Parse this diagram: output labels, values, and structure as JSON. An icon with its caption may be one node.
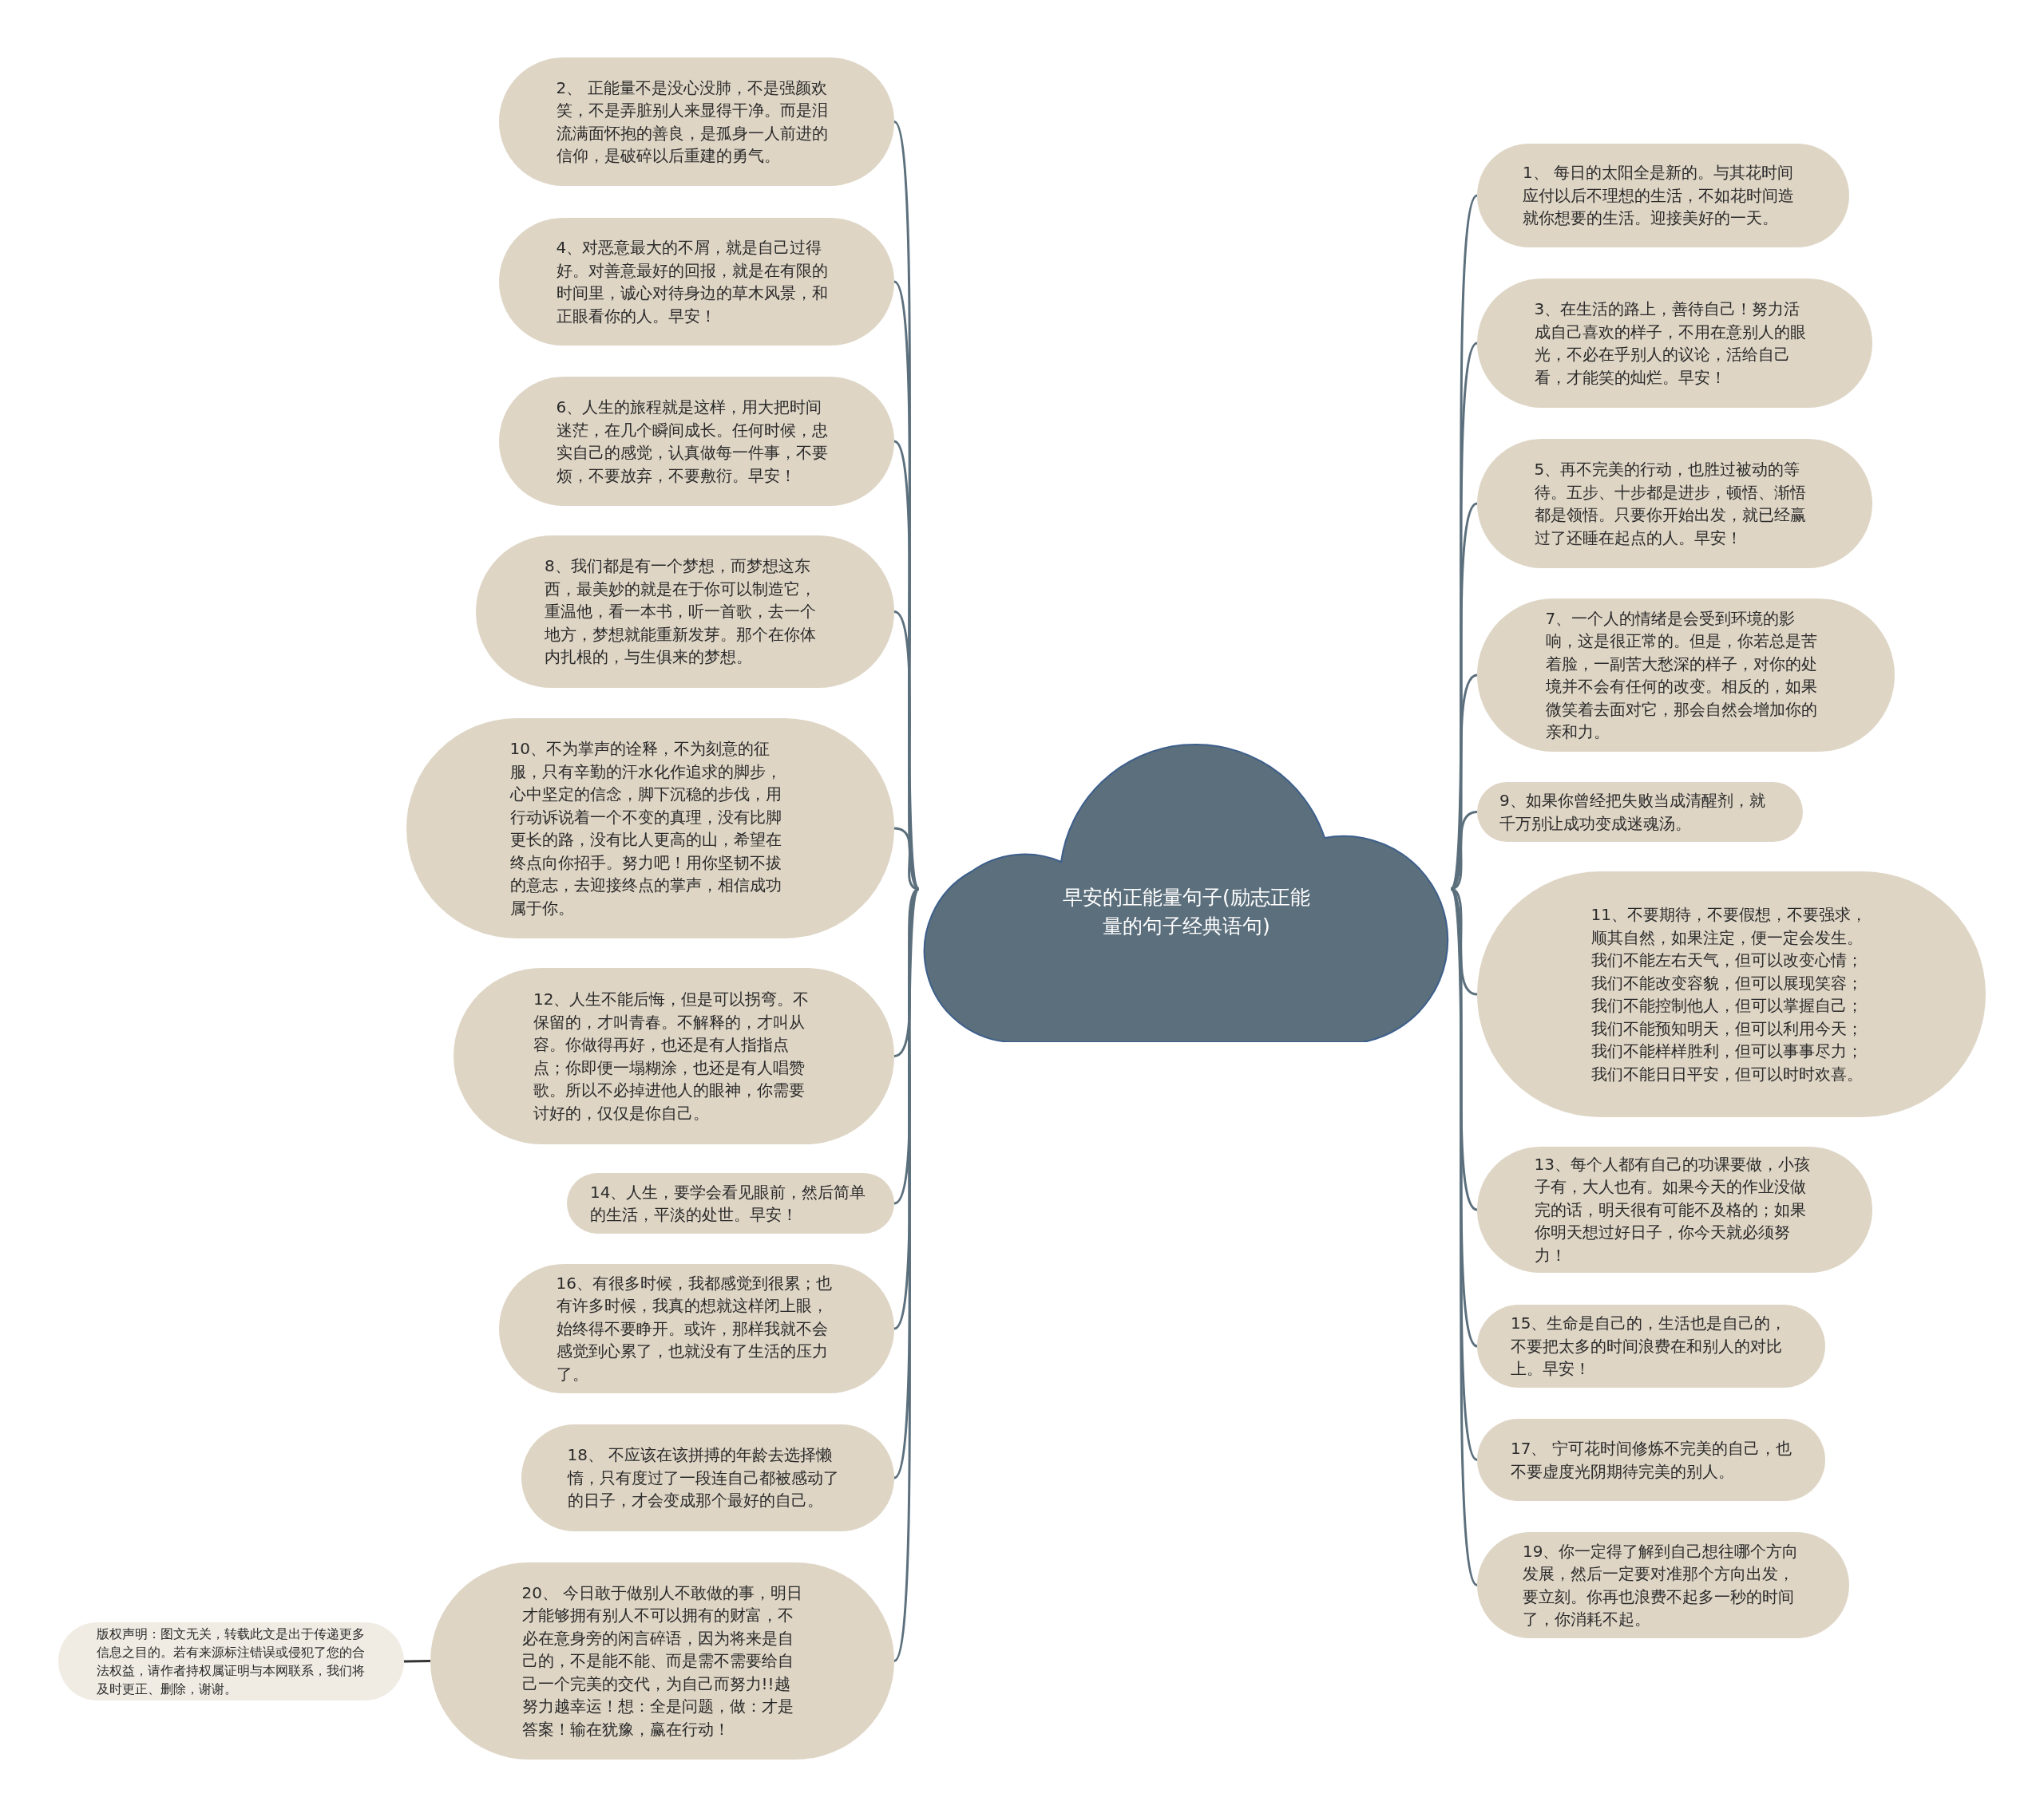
{
  "diagram": {
    "nodes": [
      {
        "text": [
          "早安的正能量句子(励志正能量的句子经典语句)"
        ]
      },
      {
        "text": [
          "2、 正能量不是没心没肺，不是强颜欢笑，不是弄脏别人来显得干净。而是泪流满面怀抱的善良，是孤身一人前进的信仰，是破碎以后重建的勇气。"
        ]
      },
      {
        "text": [
          "4、对恶意最大的不屑，就是自己过得好。对善意最好的回报，就是在有限的时间里，诚心对待身边的草木风景，和正眼看你的人。早安！"
        ]
      },
      {
        "text": [
          "6、人生的旅程就是这样，用大把时间迷茫，在几个瞬间成长。任何时候，忠实自己的感觉，认真做每一件事，不要烦，不要放弃，不要敷衍。早安！"
        ]
      },
      {
        "text": [
          "8、我们都是有一个梦想，而梦想这东西，最美妙的就是在于你可以制造它，重温他，看一本书，听一首歌，去一个地方，梦想就能重新发芽。那个在你体内扎根的，与生俱来的梦想。"
        ]
      },
      {
        "text": [
          "10、不为掌声的诠释，不为刻意的征服，只有辛勤的汗水化作追求的脚步，心中坚定的信念，脚下沉稳的步伐，用行动诉说着一个不变的真理，没有比脚更长的路，没有比人更高的山，希望在终点向你招手。努力吧！用你坚韧不拔的意志，去迎接终点的掌声，相信成功属于你。"
        ]
      },
      {
        "text": [
          "12、人生不能后悔，但是可以拐弯。不保留的，才叫青春。不解释的，才叫从容。你做得再好，也还是有人指指点点；你即便一塌糊涂，也还是有人唱赞歌。所以不必掉进他人的眼神，你需要讨好的，仅仅是你自己。"
        ]
      },
      {
        "text": [
          "14、人生，要学会看见眼前，然后简单的生活，平淡的处世。早安！"
        ]
      },
      {
        "text": [
          "16、有很多时候，我都感觉到很累；也有许多时候，我真的想就这样闭上眼，始终得不要睁开。或许，那样我就不会感觉到心累了，也就没有了生活的压力了。"
        ]
      },
      {
        "text": [
          "18、 不应该在该拼搏的年龄去选择懒惰，只有度过了一段连自己都被感动了的日子，才会变成那个最好的自己。"
        ]
      },
      {
        "text": [
          "20、 今日敢于做别人不敢做的事，明日才能够拥有别人不可以拥有的财富，不必在意身旁的闲言碎语，因为将来是自己的，不是能不能、而是需不需要给自己一个完美的交代，为自己而努力!!越努力越幸运！想：全是问题，做：才是答案！输在犹豫，赢在行动！"
        ]
      },
      {
        "text": [
          "版权声明：图文无关，转载此文是出于传递更多信息之目的。若有来源标注错误或侵犯了您的合法权益，请作者持权属证明与本网联系，我们将及时更正、删除，谢谢。"
        ]
      },
      {
        "text": [
          "1、 每日的太阳全是新的。与其花时间应付以后不理想的生活，不如花时间造就你想要的生活。迎接美好的一天。"
        ]
      },
      {
        "text": [
          "3、在生活的路上，善待自己！努力活成自己喜欢的样子，不用在意别人的眼光，不必在乎别人的议论，活给自己看，才能笑的灿烂。早安！"
        ]
      },
      {
        "text": [
          "5、再不完美的行动，也胜过被动的等待。五步、十步都是进步，顿悟、渐悟都是领悟。只要你开始出发，就已经赢过了还睡在起点的人。早安！"
        ]
      },
      {
        "text": [
          "7、一个人的情绪是会受到环境的影响，这是很正常的。但是，你若总是苦着脸，一副苦大愁深的样子，对你的处境并不会有任何的改变。相反的，如果微笑着去面对它，那会自然会增加你的亲和力。"
        ]
      },
      {
        "text": [
          "9、如果你曾经把失败当成清醒剂，就千万别让成功变成迷魂汤。"
        ]
      },
      {
        "text": [
          "11、不要期待，不要假想，不要强求，顺其自然，如果注定，便一定会发生。我们不能左右天气，但可以改变心情；我们不能改变容貌，但可以展现笑容；我们不能控制他人，但可以掌握自己；我们不能预知明天，但可以利用今天；我们不能样样胜利，但可以事事尽力；我们不能日日平安，但可以时时欢喜。"
        ]
      },
      {
        "text": [
          "13、每个人都有自己的功课要做，小孩子有，大人也有。如果今天的作业没做完的话，明天很有可能不及格的；如果你明天想过好日子，你今天就必须努力！"
        ]
      },
      {
        "text": [
          "15、生命是自己的，生活也是自己的，不要把太多的时间浪费在和别人的对比上。早安！"
        ]
      },
      {
        "text": [
          "17、 宁可花时间修炼不完美的自己，也不要虚度光阴期待完美的别人。"
        ]
      },
      {
        "text": [
          "19、你一定得了解到自己想往哪个方向发展，然后一定要对准那个方向出发，要立刻。你再也浪费不起多一秒的时间了，你消耗不起。"
        ]
      }
    ],
    "edges": [
      {
        "from": 0,
        "to": 1,
        "arrow": "none"
      },
      {
        "from": 0,
        "to": 2,
        "arrow": "none"
      },
      {
        "from": 0,
        "to": 3,
        "arrow": "none"
      },
      {
        "from": 0,
        "to": 4,
        "arrow": "none"
      },
      {
        "from": 0,
        "to": 5,
        "arrow": "none"
      },
      {
        "from": 0,
        "to": 6,
        "arrow": "none"
      },
      {
        "from": 0,
        "to": 7,
        "arrow": "none"
      },
      {
        "from": 0,
        "to": 8,
        "arrow": "none"
      },
      {
        "from": 0,
        "to": 9,
        "arrow": "none"
      },
      {
        "from": 0,
        "to": 10,
        "arrow": "none"
      },
      {
        "from": 10,
        "to": 11,
        "arrow": "none",
        "color": "#333333"
      },
      {
        "from": 0,
        "to": 12,
        "arrow": "none"
      },
      {
        "from": 0,
        "to": 13,
        "arrow": "none"
      },
      {
        "from": 0,
        "to": 14,
        "arrow": "none"
      },
      {
        "from": 0,
        "to": 15,
        "arrow": "none"
      },
      {
        "from": 0,
        "to": 16,
        "arrow": "none"
      },
      {
        "from": 0,
        "to": 17,
        "arrow": "none"
      },
      {
        "from": 0,
        "to": 18,
        "arrow": "none"
      },
      {
        "from": 0,
        "to": 19,
        "arrow": "none"
      },
      {
        "from": 0,
        "to": 20,
        "arrow": "none"
      },
      {
        "from": 0,
        "to": 21,
        "arrow": "none"
      }
    ]
  }
}
